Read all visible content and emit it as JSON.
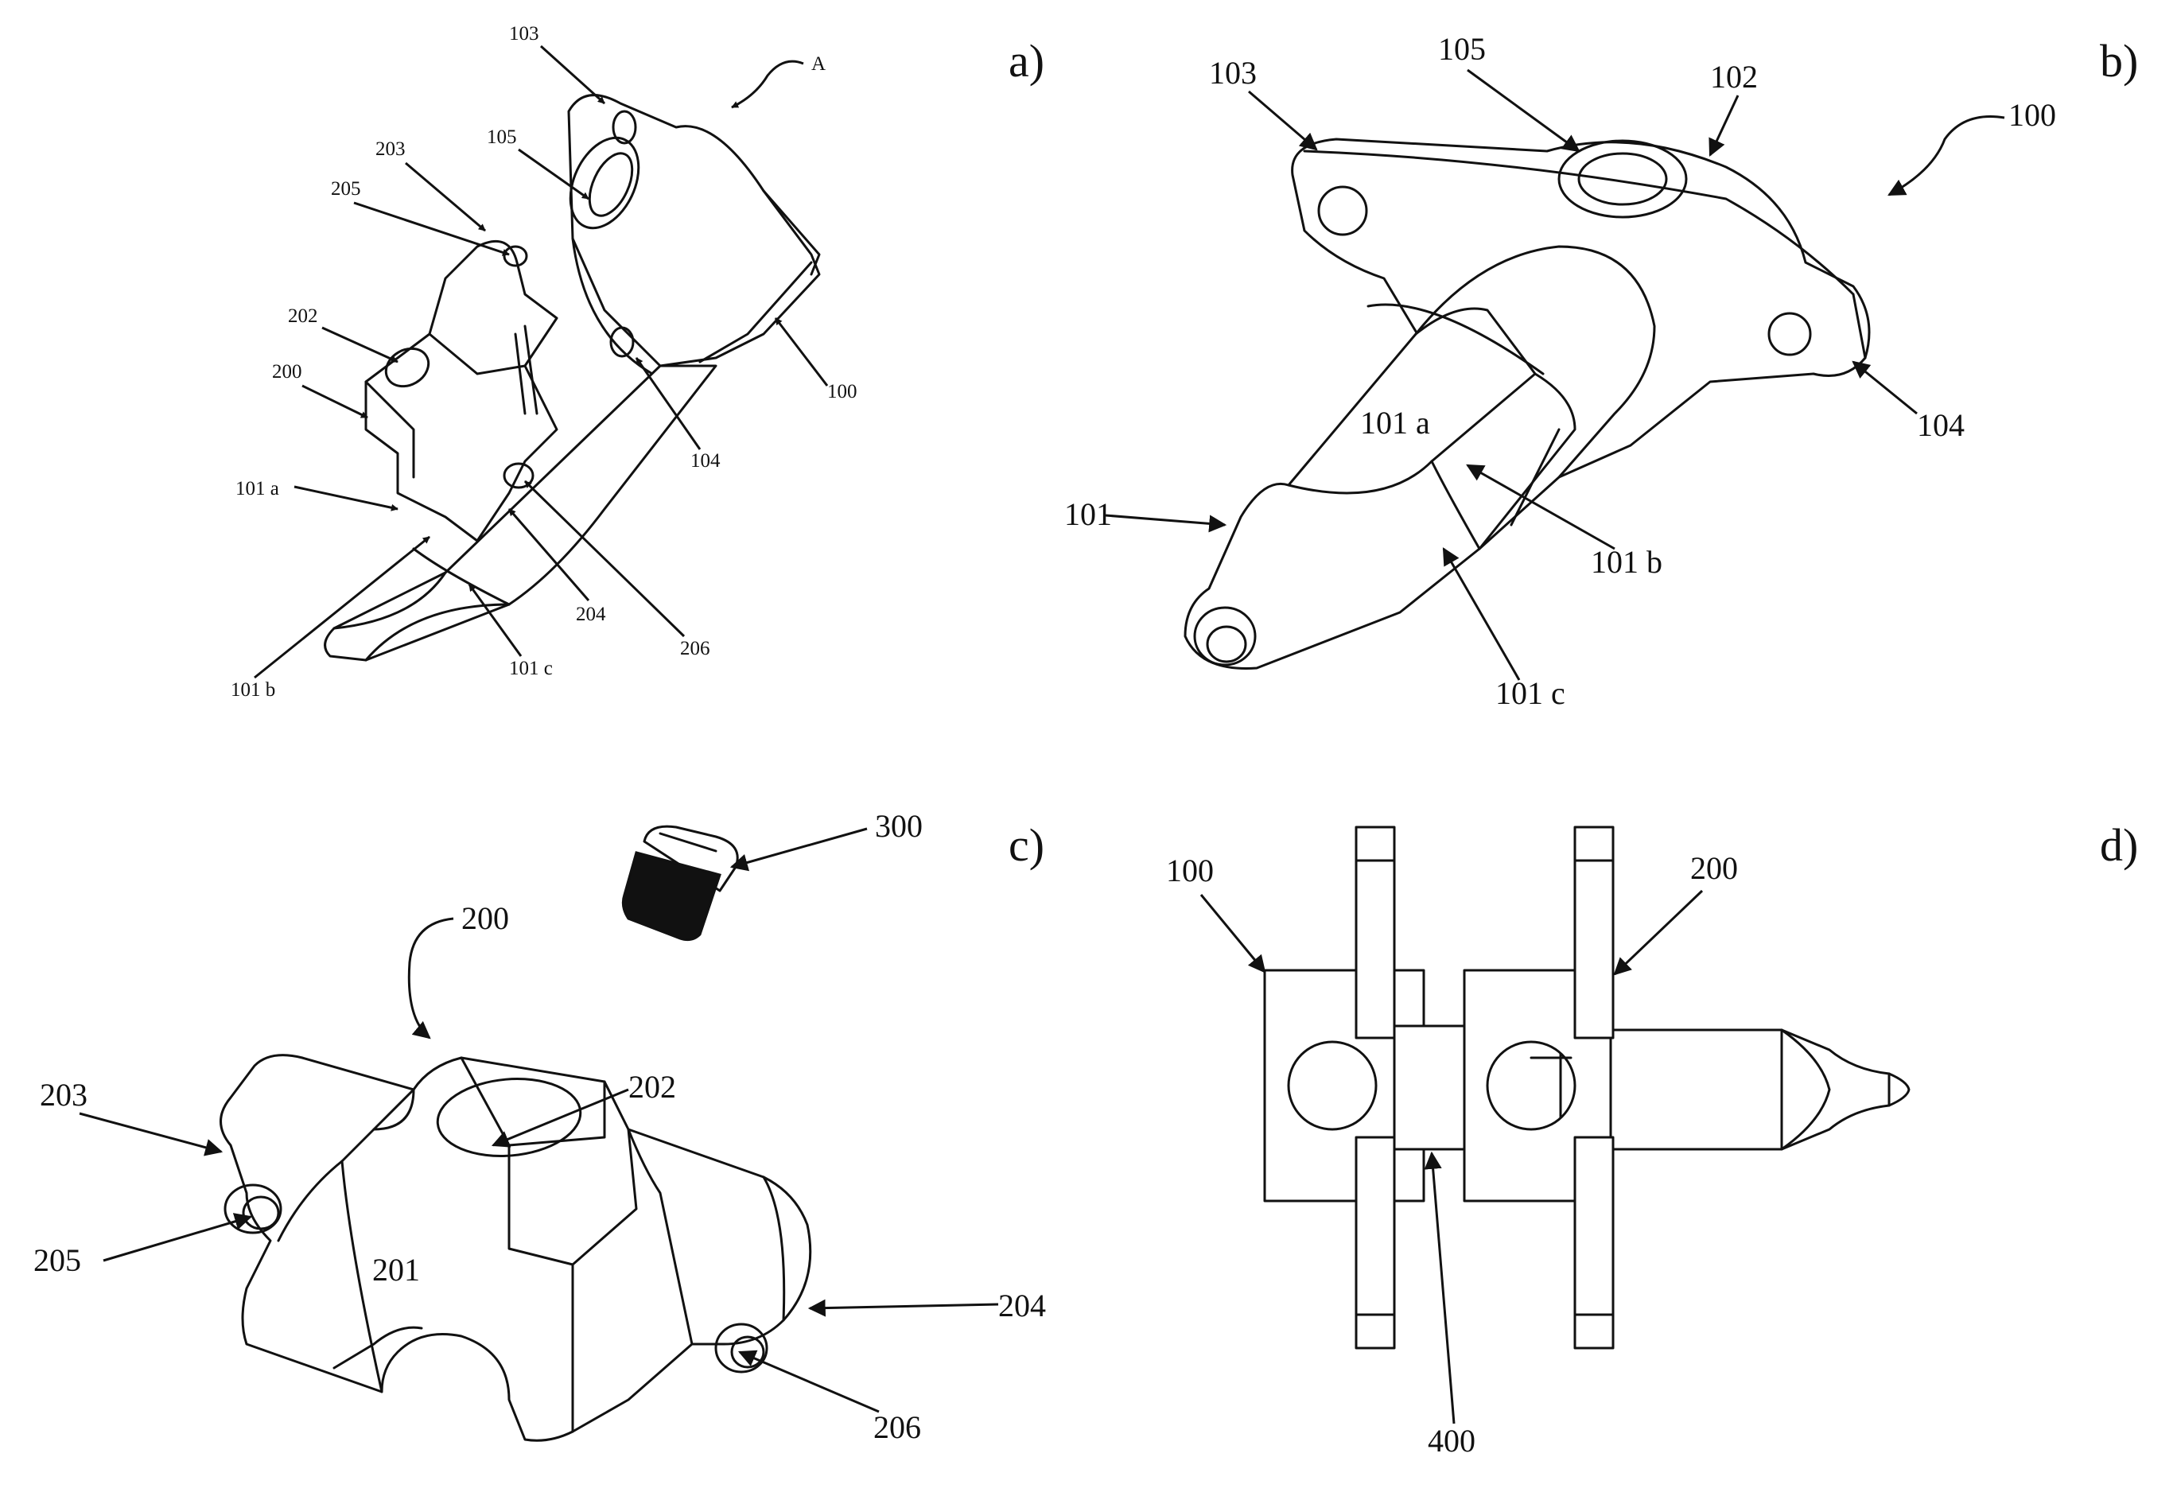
{
  "figure": {
    "panels": {
      "a": {
        "letter": "a)",
        "labels": {
          "A": "A",
          "l103": "103",
          "l105": "105",
          "l203": "203",
          "l205": "205",
          "l202": "202",
          "l200": "200",
          "l100": "100",
          "l104": "104",
          "l101a": "101 a",
          "l204": "204",
          "l206": "206",
          "l101c": "101 c",
          "l101b": "101 b"
        }
      },
      "b": {
        "letter": "b)",
        "labels": {
          "l103": "103",
          "l105": "105",
          "l102": "102",
          "l100": "100",
          "l104": "104",
          "l101a": "101 a",
          "l101": "101",
          "l101b": "101 b",
          "l101c": "101 c"
        }
      },
      "c": {
        "letter": "c)",
        "labels": {
          "l300": "300",
          "l200": "200",
          "l203": "203",
          "l202": "202",
          "l205": "205",
          "l201": "201",
          "l204": "204",
          "l206": "206"
        }
      },
      "d": {
        "letter": "d)",
        "labels": {
          "l100": "100",
          "l200": "200",
          "l400": "400"
        }
      }
    }
  }
}
